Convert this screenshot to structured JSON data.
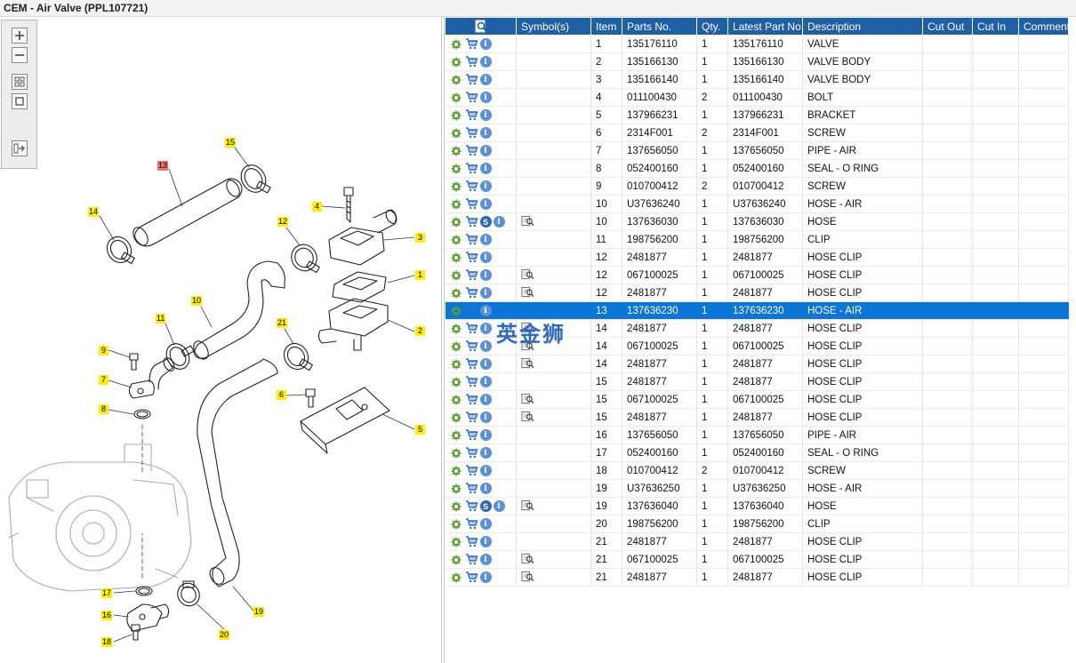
{
  "window": {
    "title": "CEM - Air Valve (PPL107721)"
  },
  "toolbox": {
    "zoom_in": "zoom-in",
    "zoom_out": "zoom-out",
    "fit": "fit",
    "actual": "actual-size",
    "export": "export"
  },
  "diagram": {
    "callouts": [
      "13",
      "15",
      "14",
      "4",
      "12",
      "3",
      "1",
      "10",
      "11",
      "21",
      "2",
      "9",
      "7",
      "8",
      "6",
      "5",
      "17",
      "16",
      "18",
      "20",
      "19"
    ],
    "active_callout": "13"
  },
  "table": {
    "header_icon": "search-document-icon",
    "columns": [
      "Symbol(s)",
      "Item",
      "Parts No.",
      "Qty.",
      "Latest Part No.",
      "Description",
      "Cut Out",
      "Cut In",
      "Comment"
    ],
    "rows": [
      {
        "s": false,
        "book": false,
        "item": "1",
        "part": "135176110",
        "qty": "1",
        "latest": "135176110",
        "desc": "VALVE"
      },
      {
        "s": false,
        "book": false,
        "item": "2",
        "part": "135166130",
        "qty": "1",
        "latest": "135166130",
        "desc": "VALVE BODY"
      },
      {
        "s": false,
        "book": false,
        "item": "3",
        "part": "135166140",
        "qty": "1",
        "latest": "135166140",
        "desc": "VALVE BODY"
      },
      {
        "s": false,
        "book": false,
        "item": "4",
        "part": "011100430",
        "qty": "2",
        "latest": "011100430",
        "desc": "BOLT"
      },
      {
        "s": false,
        "book": false,
        "item": "5",
        "part": "137966231",
        "qty": "1",
        "latest": "137966231",
        "desc": "BRACKET"
      },
      {
        "s": false,
        "book": false,
        "item": "6",
        "part": "2314F001",
        "qty": "2",
        "latest": "2314F001",
        "desc": "SCREW"
      },
      {
        "s": false,
        "book": false,
        "item": "7",
        "part": "137656050",
        "qty": "1",
        "latest": "137656050",
        "desc": "PIPE - AIR"
      },
      {
        "s": false,
        "book": false,
        "item": "8",
        "part": "052400160",
        "qty": "1",
        "latest": "052400160",
        "desc": "SEAL - O RING"
      },
      {
        "s": false,
        "book": false,
        "item": "9",
        "part": "010700412",
        "qty": "2",
        "latest": "010700412",
        "desc": "SCREW"
      },
      {
        "s": false,
        "book": false,
        "item": "10",
        "part": "U37636240",
        "qty": "1",
        "latest": "U37636240",
        "desc": "HOSE - AIR"
      },
      {
        "s": true,
        "book": true,
        "item": "10",
        "part": "137636030",
        "qty": "1",
        "latest": "137636030",
        "desc": "HOSE"
      },
      {
        "s": false,
        "book": false,
        "item": "11",
        "part": "198756200",
        "qty": "1",
        "latest": "198756200",
        "desc": "CLIP"
      },
      {
        "s": false,
        "book": false,
        "item": "12",
        "part": "2481877",
        "qty": "1",
        "latest": "2481877",
        "desc": "HOSE CLIP"
      },
      {
        "s": false,
        "book": true,
        "item": "12",
        "part": "067100025",
        "qty": "1",
        "latest": "067100025",
        "desc": "HOSE CLIP"
      },
      {
        "s": false,
        "book": true,
        "item": "12",
        "part": "2481877",
        "qty": "1",
        "latest": "2481877",
        "desc": "HOSE CLIP"
      },
      {
        "s": false,
        "book": false,
        "item": "13",
        "part": "137636230",
        "qty": "1",
        "latest": "137636230",
        "desc": "HOSE - AIR",
        "selected": true
      },
      {
        "s": false,
        "book": true,
        "item": "14",
        "part": "2481877",
        "qty": "1",
        "latest": "2481877",
        "desc": "HOSE CLIP"
      },
      {
        "s": false,
        "book": true,
        "item": "14",
        "part": "067100025",
        "qty": "1",
        "latest": "067100025",
        "desc": "HOSE CLIP"
      },
      {
        "s": false,
        "book": true,
        "item": "14",
        "part": "2481877",
        "qty": "1",
        "latest": "2481877",
        "desc": "HOSE CLIP"
      },
      {
        "s": false,
        "book": false,
        "item": "15",
        "part": "2481877",
        "qty": "1",
        "latest": "2481877",
        "desc": "HOSE CLIP"
      },
      {
        "s": false,
        "book": true,
        "item": "15",
        "part": "067100025",
        "qty": "1",
        "latest": "067100025",
        "desc": "HOSE CLIP"
      },
      {
        "s": false,
        "book": true,
        "item": "15",
        "part": "2481877",
        "qty": "1",
        "latest": "2481877",
        "desc": "HOSE CLIP"
      },
      {
        "s": false,
        "book": false,
        "item": "16",
        "part": "137656050",
        "qty": "1",
        "latest": "137656050",
        "desc": "PIPE - AIR"
      },
      {
        "s": false,
        "book": false,
        "item": "17",
        "part": "052400160",
        "qty": "1",
        "latest": "052400160",
        "desc": "SEAL - O RING"
      },
      {
        "s": false,
        "book": false,
        "item": "18",
        "part": "010700412",
        "qty": "2",
        "latest": "010700412",
        "desc": "SCREW"
      },
      {
        "s": false,
        "book": false,
        "item": "19",
        "part": "U37636250",
        "qty": "1",
        "latest": "U37636250",
        "desc": "HOSE - AIR"
      },
      {
        "s": true,
        "book": true,
        "item": "19",
        "part": "137636040",
        "qty": "1",
        "latest": "137636040",
        "desc": "HOSE"
      },
      {
        "s": false,
        "book": false,
        "item": "20",
        "part": "198756200",
        "qty": "1",
        "latest": "198756200",
        "desc": "CLIP"
      },
      {
        "s": false,
        "book": false,
        "item": "21",
        "part": "2481877",
        "qty": "1",
        "latest": "2481877",
        "desc": "HOSE CLIP"
      },
      {
        "s": false,
        "book": true,
        "item": "21",
        "part": "067100025",
        "qty": "1",
        "latest": "067100025",
        "desc": "HOSE CLIP"
      },
      {
        "s": false,
        "book": true,
        "item": "21",
        "part": "2481877",
        "qty": "1",
        "latest": "2481877",
        "desc": "HOSE CLIP"
      }
    ]
  },
  "watermark": {
    "text": "英金狮"
  },
  "colors": {
    "header": "#1f5fa5",
    "selected": "#0b75d8",
    "callout": "#ffee00",
    "callout_active": "#f07070"
  }
}
